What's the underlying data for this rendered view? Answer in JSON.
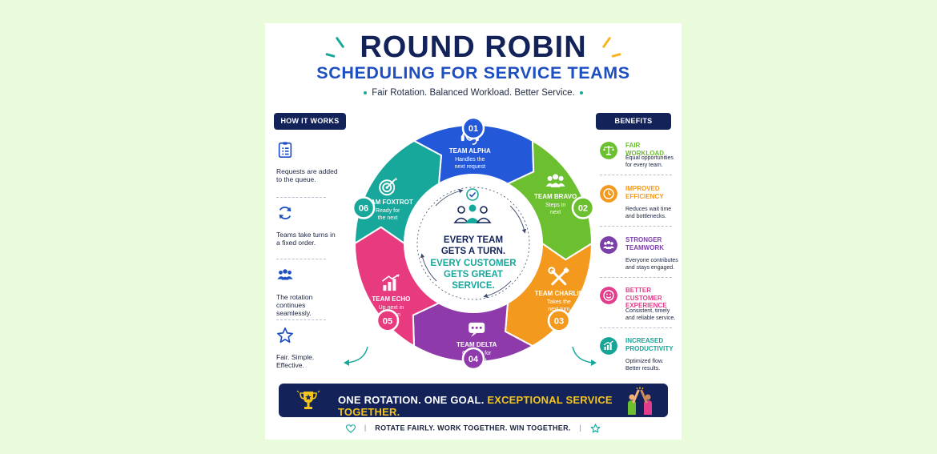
{
  "title": "ROUND ROBIN",
  "subtitle": "SCHEDULING FOR SERVICE TEAMS",
  "tagline": "Fair Rotation. Balanced Workload. Better Service.",
  "how_it_works": {
    "header": "HOW IT WORKS",
    "steps": [
      {
        "text": "Requests are added to the queue.",
        "icon": "checklist-icon"
      },
      {
        "text": "Teams take turns in a fixed order.",
        "icon": "refresh-icon"
      },
      {
        "text": "The rotation continues seamlessly.",
        "icon": "people-icon"
      },
      {
        "text": "Fair. Simple. Effective.",
        "icon": "star-icon"
      }
    ]
  },
  "benefits": {
    "header": "BENEFITS",
    "items": [
      {
        "title": "FAIR WORKLOAD",
        "desc": "Equal opportunities for every team.",
        "color": "#6cbf2e",
        "icon": "scale-icon"
      },
      {
        "title": "IMPROVED EFFICIENCY",
        "desc": "Reduces wait time and bottlenecks.",
        "color": "#f39a1e",
        "icon": "clock-icon"
      },
      {
        "title": "STRONGER TEAMWORK",
        "desc": "Everyone contributes and stays engaged.",
        "color": "#7b3fa8",
        "icon": "group-icon"
      },
      {
        "title": "BETTER CUSTOMER EXPERIENCE",
        "desc": "Consistent, timely and reliable service.",
        "color": "#e23d8b",
        "icon": "smile-icon"
      },
      {
        "title": "INCREASED PRODUCTIVITY",
        "desc": "Optimized flow. Better results.",
        "color": "#18a597",
        "icon": "growth-icon"
      }
    ]
  },
  "teams": [
    {
      "num": "01",
      "name": "TEAM ALPHA",
      "desc": [
        "Handles the",
        "next request"
      ],
      "color": "#2358d9",
      "icon": "headset-icon"
    },
    {
      "num": "02",
      "name": "TEAM BRAVO",
      "desc": [
        "Steps in",
        "next"
      ],
      "color": "#6cbf2e",
      "icon": "team-icon"
    },
    {
      "num": "03",
      "name": "TEAM CHARLIE",
      "desc": [
        "Takes the",
        "next turn"
      ],
      "color": "#f39a1e",
      "icon": "tools-icon"
    },
    {
      "num": "04",
      "name": "TEAM DELTA",
      "desc": [
        "On deck for",
        "the next"
      ],
      "color": "#8e3aab",
      "icon": "chat-icon"
    },
    {
      "num": "05",
      "name": "TEAM ECHO",
      "desc": [
        "Up next in",
        "rotation"
      ],
      "color": "#e83a7e",
      "icon": "chart-icon"
    },
    {
      "num": "06",
      "name": "TEAM FOXTROT",
      "desc": [
        "Ready for",
        "the next"
      ],
      "color": "#17a89b",
      "icon": "target-icon"
    }
  ],
  "center": {
    "line1": "EVERY TEAM",
    "line2": "GETS A TURN.",
    "line3": "EVERY CUSTOMER",
    "line4": "GETS GREAT",
    "line5": "SERVICE."
  },
  "banner": {
    "part1": "ONE ROTATION. ONE GOAL.",
    "part2": "EXCEPTIONAL SERVICE TOGETHER."
  },
  "footer": "ROTATE FAIRLY. WORK TOGETHER. WIN TOGETHER.",
  "colors": {
    "navy": "#13235a",
    "blue": "#1e4fc2",
    "teal": "#17a89b",
    "gold": "#f5c518"
  }
}
